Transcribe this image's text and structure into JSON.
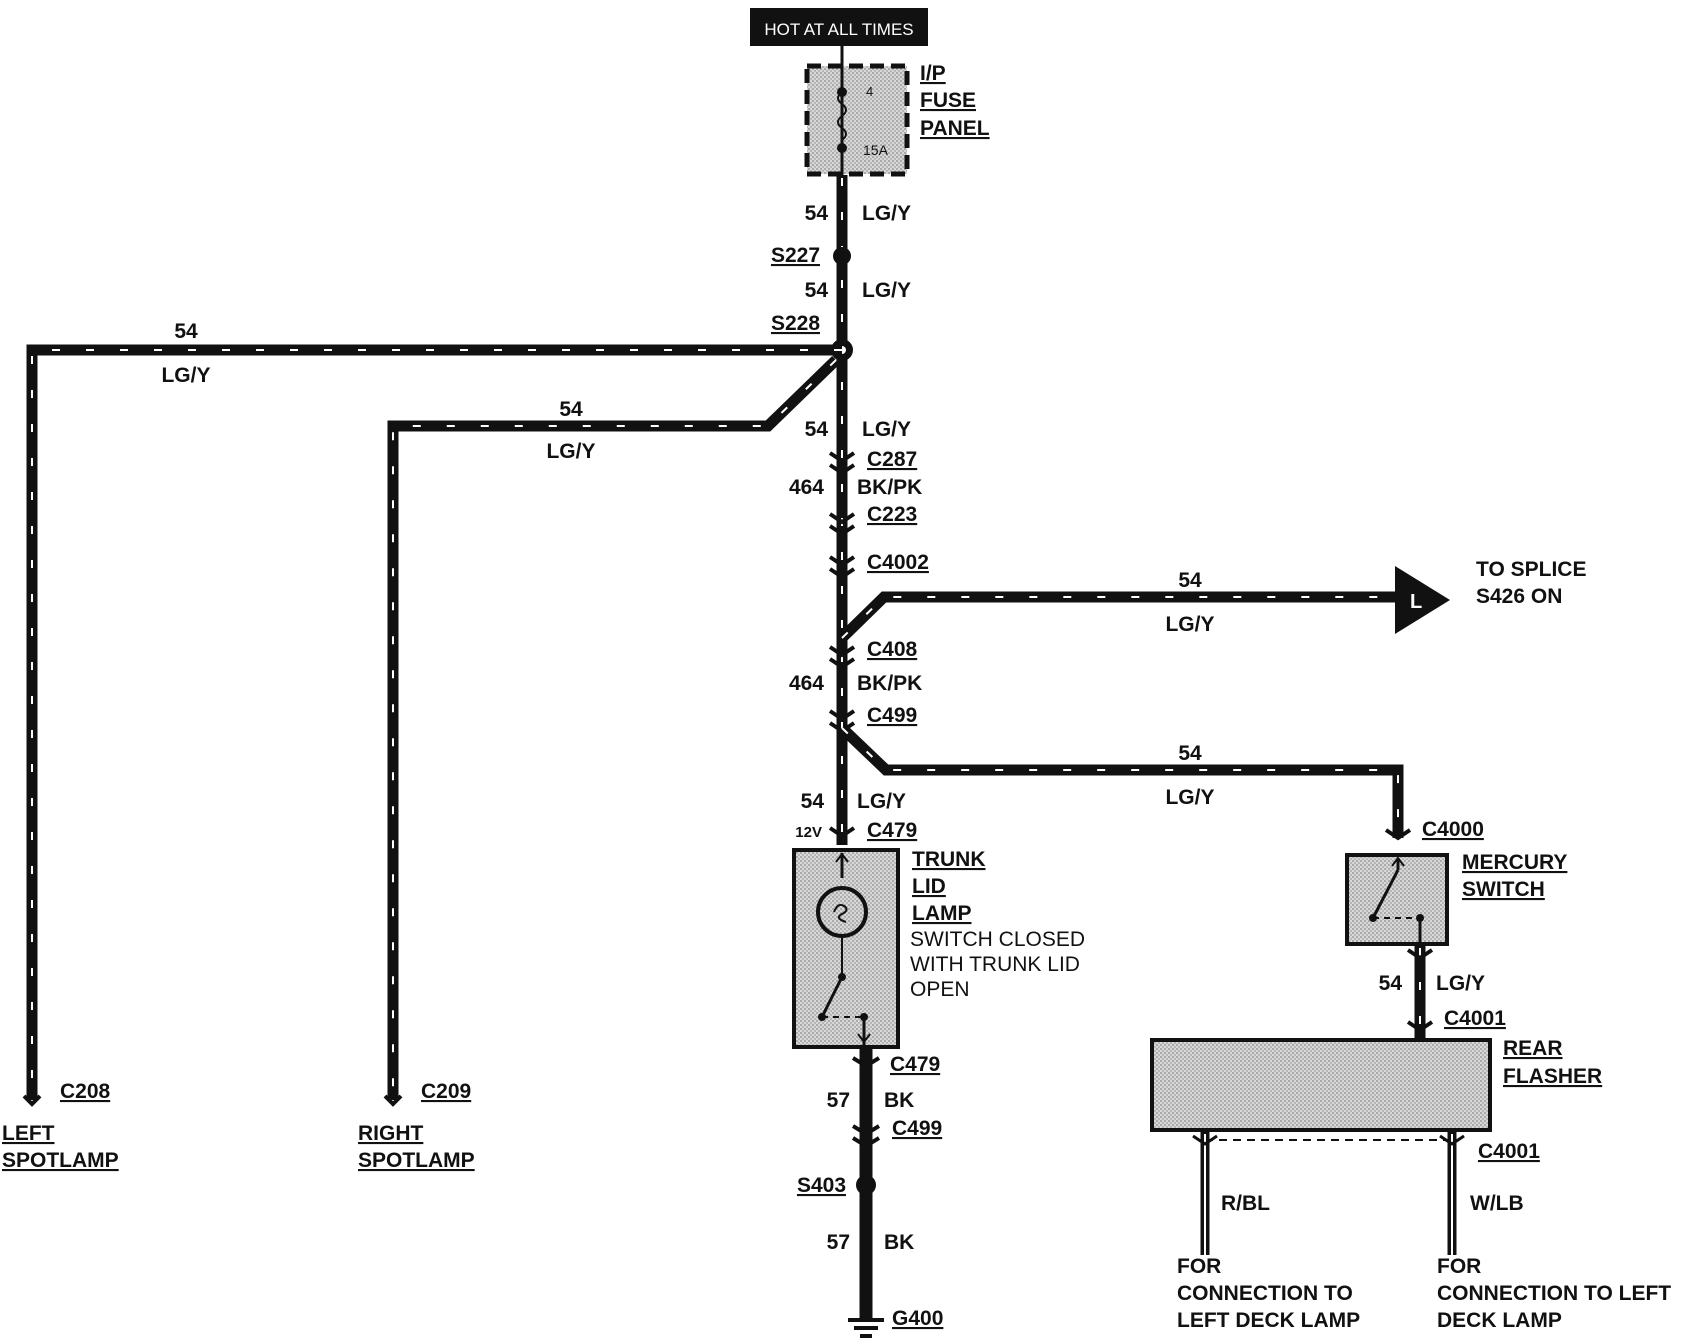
{
  "header": {
    "hot_label": "HOT AT ALL TIMES"
  },
  "fuse_panel": {
    "title_1": "I/P",
    "title_2": "FUSE",
    "title_3": "PANEL",
    "fuse_number": "4",
    "rating": "15A"
  },
  "trunk_main": {
    "w1_circuit": "54",
    "w1_color": "LG/Y",
    "s227": "S227",
    "w2_circuit": "54",
    "w2_color": "LG/Y",
    "s228": "S228",
    "w3_circuit": "54",
    "w3_color": "LG/Y",
    "c287": "C287",
    "w4_circuit": "464",
    "w4_color": "BK/PK",
    "c223": "C223",
    "c4002": "C4002",
    "c408": "C408",
    "w5_circuit": "464",
    "w5_color": "BK/PK",
    "c499": "C499",
    "w6_circuit": "54",
    "w6_color": "LG/Y",
    "voltage": "12V",
    "c479_top": "C479"
  },
  "left_spot": {
    "circuit": "54",
    "color": "LG/Y",
    "connector": "C208",
    "name_1": "LEFT",
    "name_2": "SPOTLAMP"
  },
  "right_spot": {
    "circuit": "54",
    "color": "LG/Y",
    "connector": "C209",
    "name_1": "RIGHT",
    "name_2": "SPOTLAMP"
  },
  "splice_branch": {
    "circuit": "54",
    "color": "LG/Y",
    "arrow_letter": "L",
    "dest_1": "TO SPLICE",
    "dest_2": "S426 ON"
  },
  "mercury_branch": {
    "circuit": "54",
    "color": "LG/Y",
    "c4000": "C4000",
    "name_1": "MERCURY",
    "name_2": "SWITCH",
    "w_circuit": "54",
    "w_color": "LG/Y",
    "c4001_top": "C4001"
  },
  "trunk_lamp": {
    "name_1": "TRUNK",
    "name_2": "LID",
    "name_3": "LAMP",
    "note_1": "SWITCH CLOSED",
    "note_2": "WITH TRUNK LID",
    "note_3": "OPEN"
  },
  "ground_path": {
    "c479_bottom": "C479",
    "circuit_1": "57",
    "color_1": "BK",
    "c499_bottom": "C499",
    "s403": "S403",
    "circuit_2": "57",
    "color_2": "BK",
    "ground": "G400"
  },
  "rear_flasher": {
    "name_1": "REAR",
    "name_2": "FLASHER",
    "c4001_bottom": "C4001",
    "left_wire_color": "R/BL",
    "right_wire_color": "W/LB",
    "left_for_1": "FOR",
    "left_for_2": "CONNECTION TO",
    "left_for_3": "LEFT DECK LAMP",
    "right_for_1": "FOR",
    "right_for_2": "CONNECTION TO LEFT",
    "right_for_3": "DECK LAMP"
  }
}
